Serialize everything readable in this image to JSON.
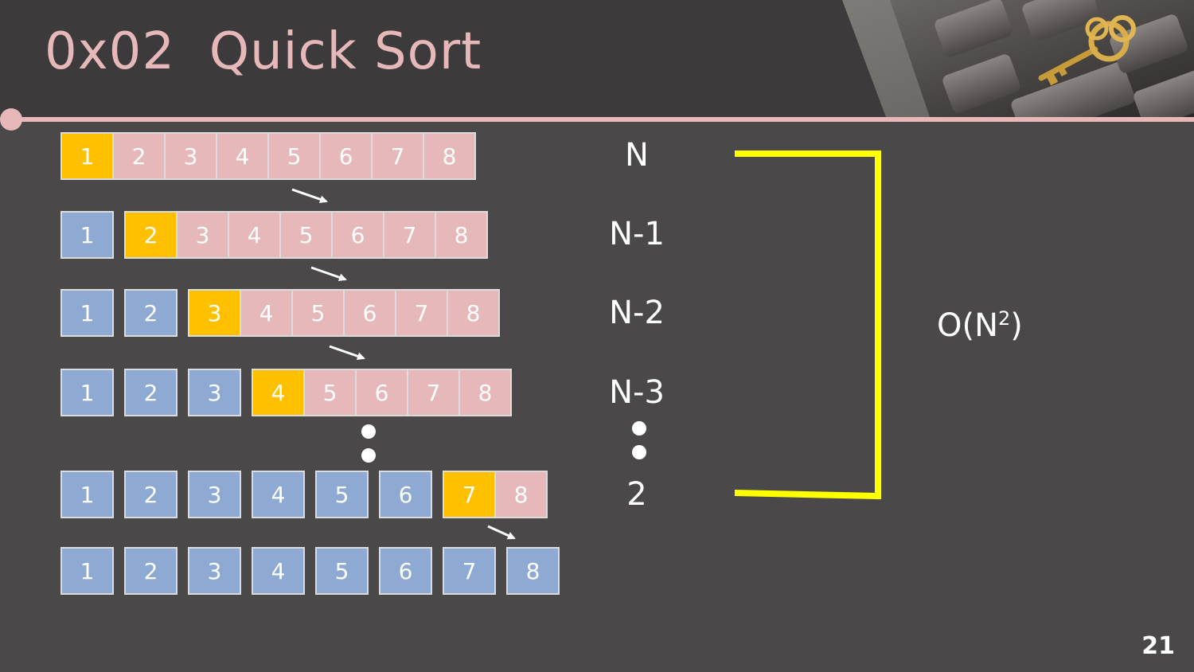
{
  "slide": {
    "title": "0x02  Quick Sort",
    "page_number": "21"
  },
  "colors": {
    "pivot": "#ffc000",
    "unsorted": "#e6b8b9",
    "sorted": "#8eaad3",
    "bracket": "#ffff00",
    "text": "#ffffff",
    "title": "#e6b8b9"
  },
  "rows": [
    {
      "cells": [
        {
          "label": "1",
          "state": "pivot"
        },
        {
          "label": "2",
          "state": "unsorted"
        },
        {
          "label": "3",
          "state": "unsorted"
        },
        {
          "label": "4",
          "state": "unsorted"
        },
        {
          "label": "5",
          "state": "unsorted"
        },
        {
          "label": "6",
          "state": "unsorted"
        },
        {
          "label": "7",
          "state": "unsorted"
        },
        {
          "label": "8",
          "state": "unsorted"
        }
      ],
      "cost": "N"
    },
    {
      "cells": [
        {
          "label": "1",
          "state": "sorted"
        },
        {
          "label": "2",
          "state": "pivot"
        },
        {
          "label": "3",
          "state": "unsorted"
        },
        {
          "label": "4",
          "state": "unsorted"
        },
        {
          "label": "5",
          "state": "unsorted"
        },
        {
          "label": "6",
          "state": "unsorted"
        },
        {
          "label": "7",
          "state": "unsorted"
        },
        {
          "label": "8",
          "state": "unsorted"
        }
      ],
      "cost": "N-1"
    },
    {
      "cells": [
        {
          "label": "1",
          "state": "sorted"
        },
        {
          "label": "2",
          "state": "sorted"
        },
        {
          "label": "3",
          "state": "pivot"
        },
        {
          "label": "4",
          "state": "unsorted"
        },
        {
          "label": "5",
          "state": "unsorted"
        },
        {
          "label": "6",
          "state": "unsorted"
        },
        {
          "label": "7",
          "state": "unsorted"
        },
        {
          "label": "8",
          "state": "unsorted"
        }
      ],
      "cost": "N-2"
    },
    {
      "cells": [
        {
          "label": "1",
          "state": "sorted"
        },
        {
          "label": "2",
          "state": "sorted"
        },
        {
          "label": "3",
          "state": "sorted"
        },
        {
          "label": "4",
          "state": "pivot"
        },
        {
          "label": "5",
          "state": "unsorted"
        },
        {
          "label": "6",
          "state": "unsorted"
        },
        {
          "label": "7",
          "state": "unsorted"
        },
        {
          "label": "8",
          "state": "unsorted"
        }
      ],
      "cost": "N-3"
    },
    {
      "cells": [
        {
          "label": "1",
          "state": "sorted"
        },
        {
          "label": "2",
          "state": "sorted"
        },
        {
          "label": "3",
          "state": "sorted"
        },
        {
          "label": "4",
          "state": "sorted"
        },
        {
          "label": "5",
          "state": "sorted"
        },
        {
          "label": "6",
          "state": "sorted"
        },
        {
          "label": "7",
          "state": "pivot"
        },
        {
          "label": "8",
          "state": "unsorted"
        }
      ],
      "cost": "2"
    },
    {
      "cells": [
        {
          "label": "1",
          "state": "sorted"
        },
        {
          "label": "2",
          "state": "sorted"
        },
        {
          "label": "3",
          "state": "sorted"
        },
        {
          "label": "4",
          "state": "sorted"
        },
        {
          "label": "5",
          "state": "sorted"
        },
        {
          "label": "6",
          "state": "sorted"
        },
        {
          "label": "7",
          "state": "sorted"
        },
        {
          "label": "8",
          "state": "sorted"
        }
      ],
      "cost": ""
    }
  ],
  "complexity": {
    "base": "O(N",
    "exponent": "2",
    "close": ")"
  }
}
